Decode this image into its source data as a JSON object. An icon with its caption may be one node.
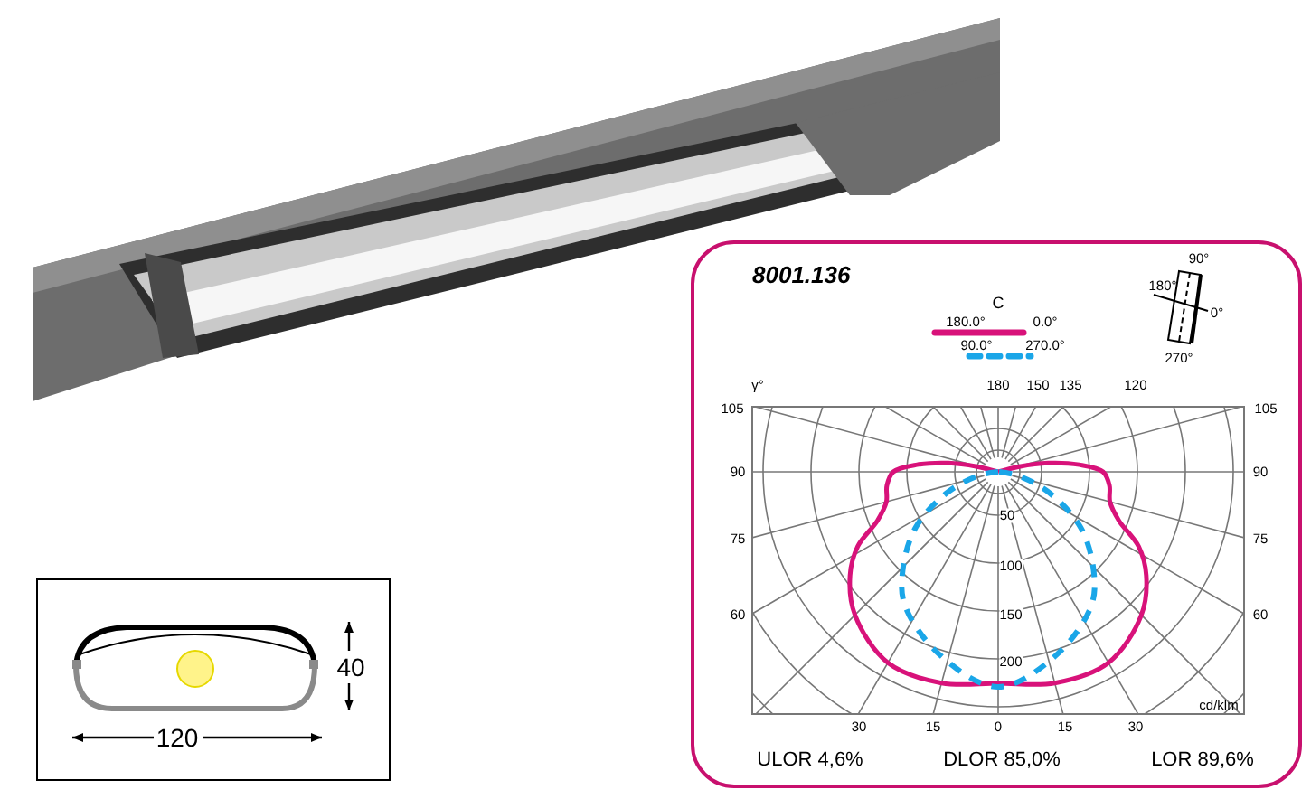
{
  "diagram": {
    "nodes": [
      {
        "text": [
          "8001.136",
          "ULOR 4,6%",
          "DLOR 85,0%",
          "LOR 89,6%"
        ]
      }
    ],
    "labels": [
      "C",
      "180.0°",
      "0.0°",
      "90.0°",
      "270.0°",
      "90°",
      "180°",
      "0°",
      "270°",
      "γ°",
      "180",
      "150",
      "135",
      "120",
      "105",
      "105",
      "90",
      "90",
      "75",
      "75",
      "60",
      "60",
      "50",
      "100",
      "150",
      "200",
      "cd/klm",
      "30",
      "15",
      "0",
      "15",
      "30",
      "40",
      "120"
    ]
  }
}
